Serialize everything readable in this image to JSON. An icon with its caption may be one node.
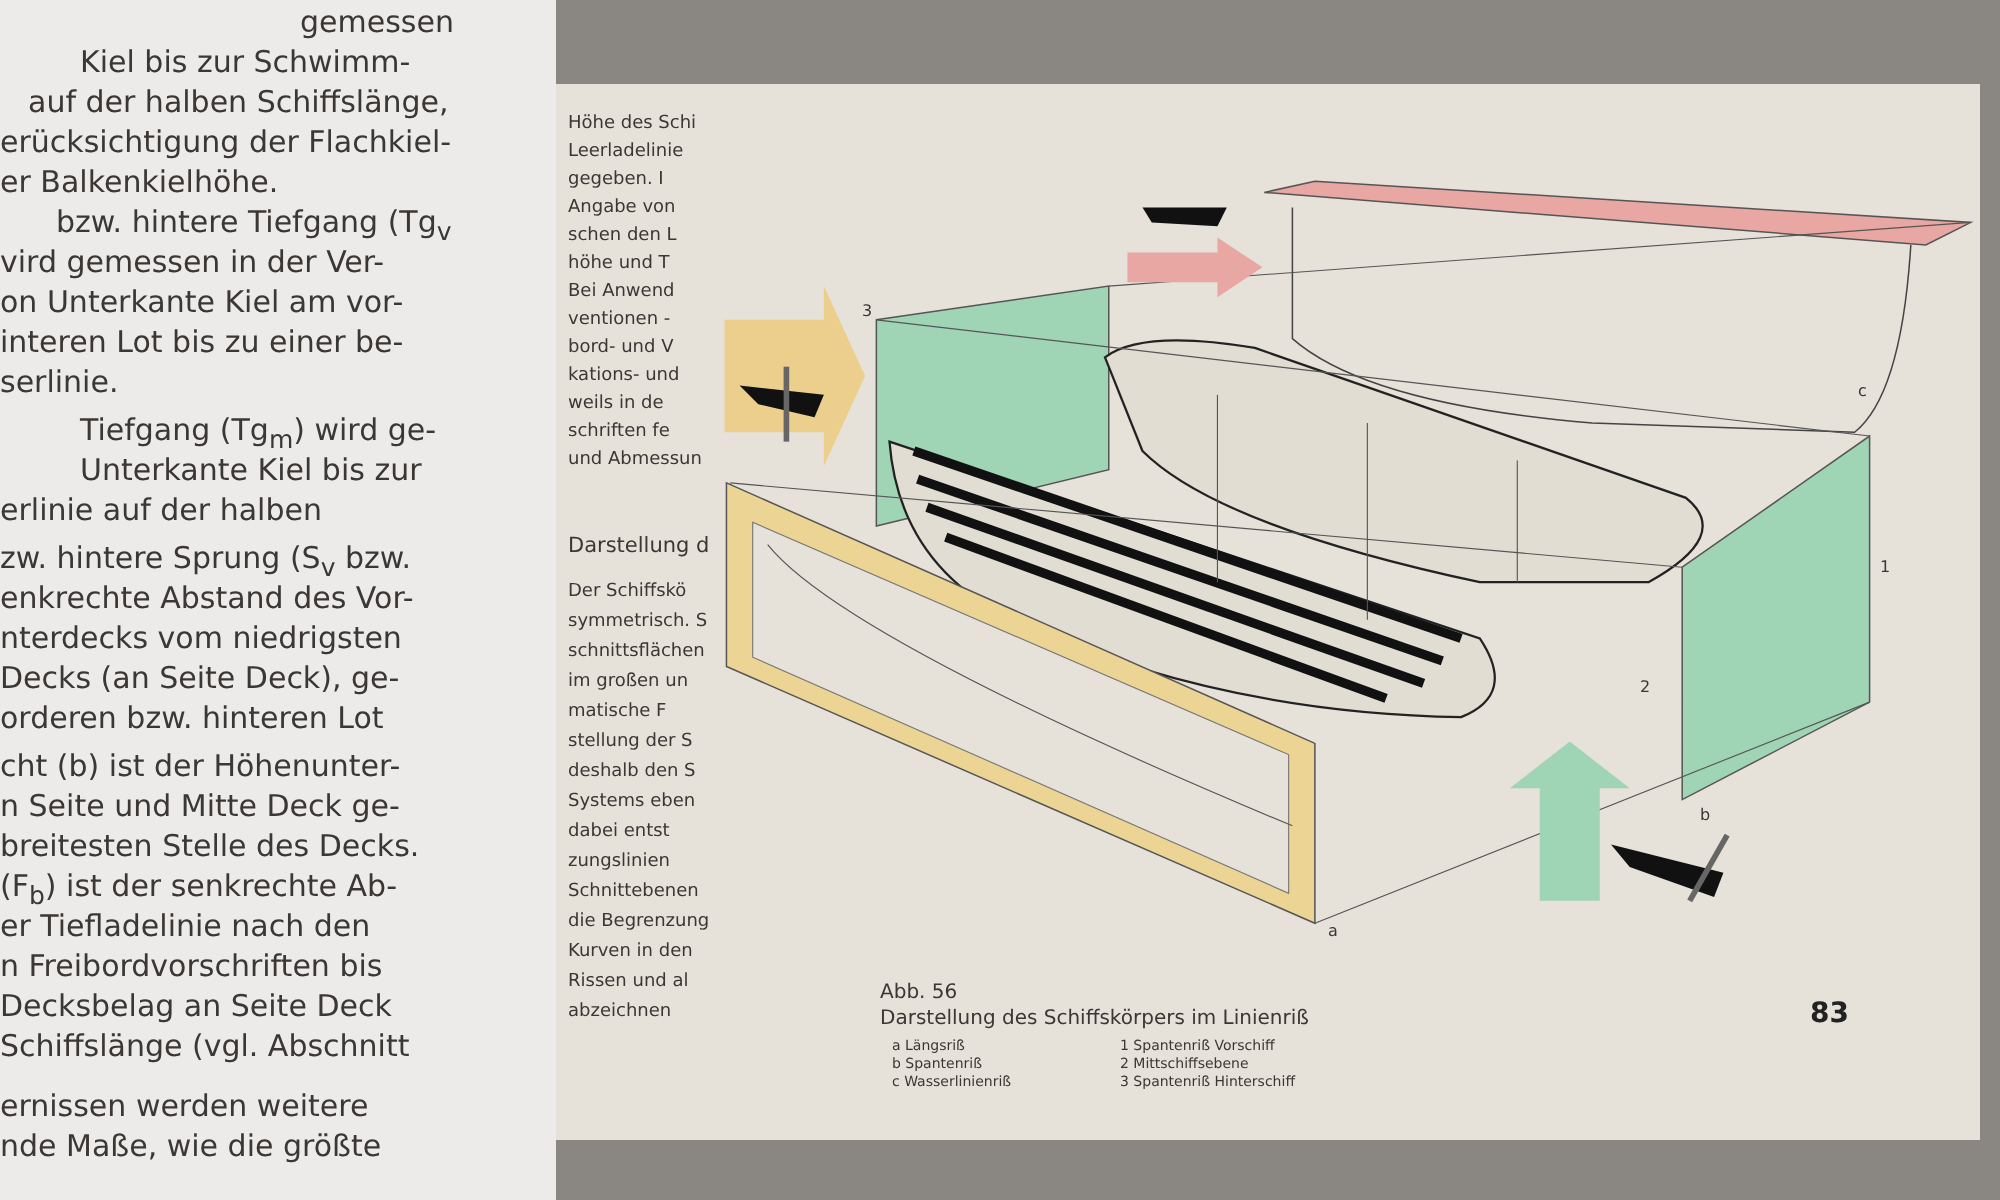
{
  "diagram": {
    "title": "Abb. 56",
    "caption": "Darstellung des Schiffskörpers im Linienriß",
    "labels": [
      "gemessen",
      "Kiel bis zur Schwimm-",
      "auf der halben Schiffslänge,",
      "erücksichtigung der Flachkiel-",
      "er Balkenkielhöhe.",
      "bzw. hintere Tiefgang (Tg$_{v}$",
      "vird gemessen in der Ver-",
      "on Unterkante Kiel am vor-",
      "interen Lot bis zu einer be-",
      "serlinie.",
      "Tiefgang (Tg$_{m}$) wird ge-",
      "Unterkante Kiel bis zur",
      "erlinie auf der halben",
      "zw. hintere Sprung (S$_{v}$ bzw.",
      "enkrechte Abstand des Vor-",
      "nterdecks vom niedrigsten",
      "Decks (an Seite Deck), ge-",
      "orderen bzw. hinteren Lot",
      "cht (b) ist der Höhenunter-",
      "n Seite und Mitte Deck ge-",
      "breitesten Stelle des Decks.",
      "(F$_{b}$) ist der senkrechte Ab-",
      "er Tiefladelinie nach den",
      "n Freibordvorschriften bis",
      "Decksbelag an Seite Deck",
      "Schiffslänge (vgl. Abschnitt",
      "ernissen werden weitere",
      "nde Maße, wie die größte",
      "Höhe des Schi",
      "Leerladelinie",
      "gegeben. I",
      "Angabe von",
      "schen den L",
      "höhe und T",
      "Bei Anwend",
      "ventionen -",
      "bord- und V",
      "kations- und",
      "weils in de",
      "schriften fe",
      "und Abmessun",
      "Darstellung d",
      "Der Schiffskö",
      "symmetrisch. S",
      "schnittsflächen",
      "im großen un",
      "matische F",
      "stellung der S",
      "deshalb den S",
      "Systems eben",
      "dabei entst",
      "zungslinien",
      "Schnittebenen",
      "die Begrenzung",
      "Kurven in den",
      "Rissen und al",
      "abzeichnen",
      "3",
      "c",
      "1",
      "2",
      "b",
      "a",
      "a Längsriß",
      "b Spantenriß",
      "c Wasserlinienriß",
      "1 Spantenriß Vorschiff",
      "2 Mittschiffsebene",
      "3 Spantenriß Hinterschiff",
      "83"
    ]
  }
}
